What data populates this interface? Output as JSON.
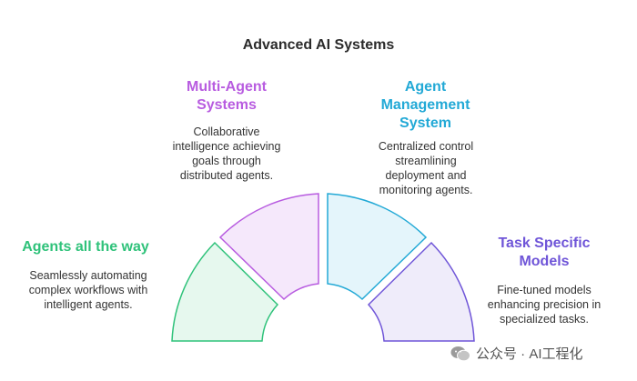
{
  "title": "Advanced AI Systems",
  "segments": [
    {
      "title": "Agents all the way",
      "description": "Seamlessly automating complex workflows with intelligent agents.",
      "color": "#2fc27a",
      "fill": "#e6f8ee"
    },
    {
      "title": "Multi-Agent Systems",
      "description": "Collaborative intelligence achieving goals through distributed agents.",
      "color": "#b85ce0",
      "fill": "#f5e8fb"
    },
    {
      "title": "Agent Management System",
      "description": "Centralized control streamlining deployment and monitoring agents.",
      "color": "#22a9d6",
      "fill": "#e4f5fb"
    },
    {
      "title": "Task Specific Models",
      "description": "Fine-tuned models enhancing precision in specialized tasks.",
      "color": "#6f55d8",
      "fill": "#efecfa"
    }
  ],
  "watermark": {
    "text": "公众号 · AI工程化",
    "icon": "wechat-icon"
  }
}
